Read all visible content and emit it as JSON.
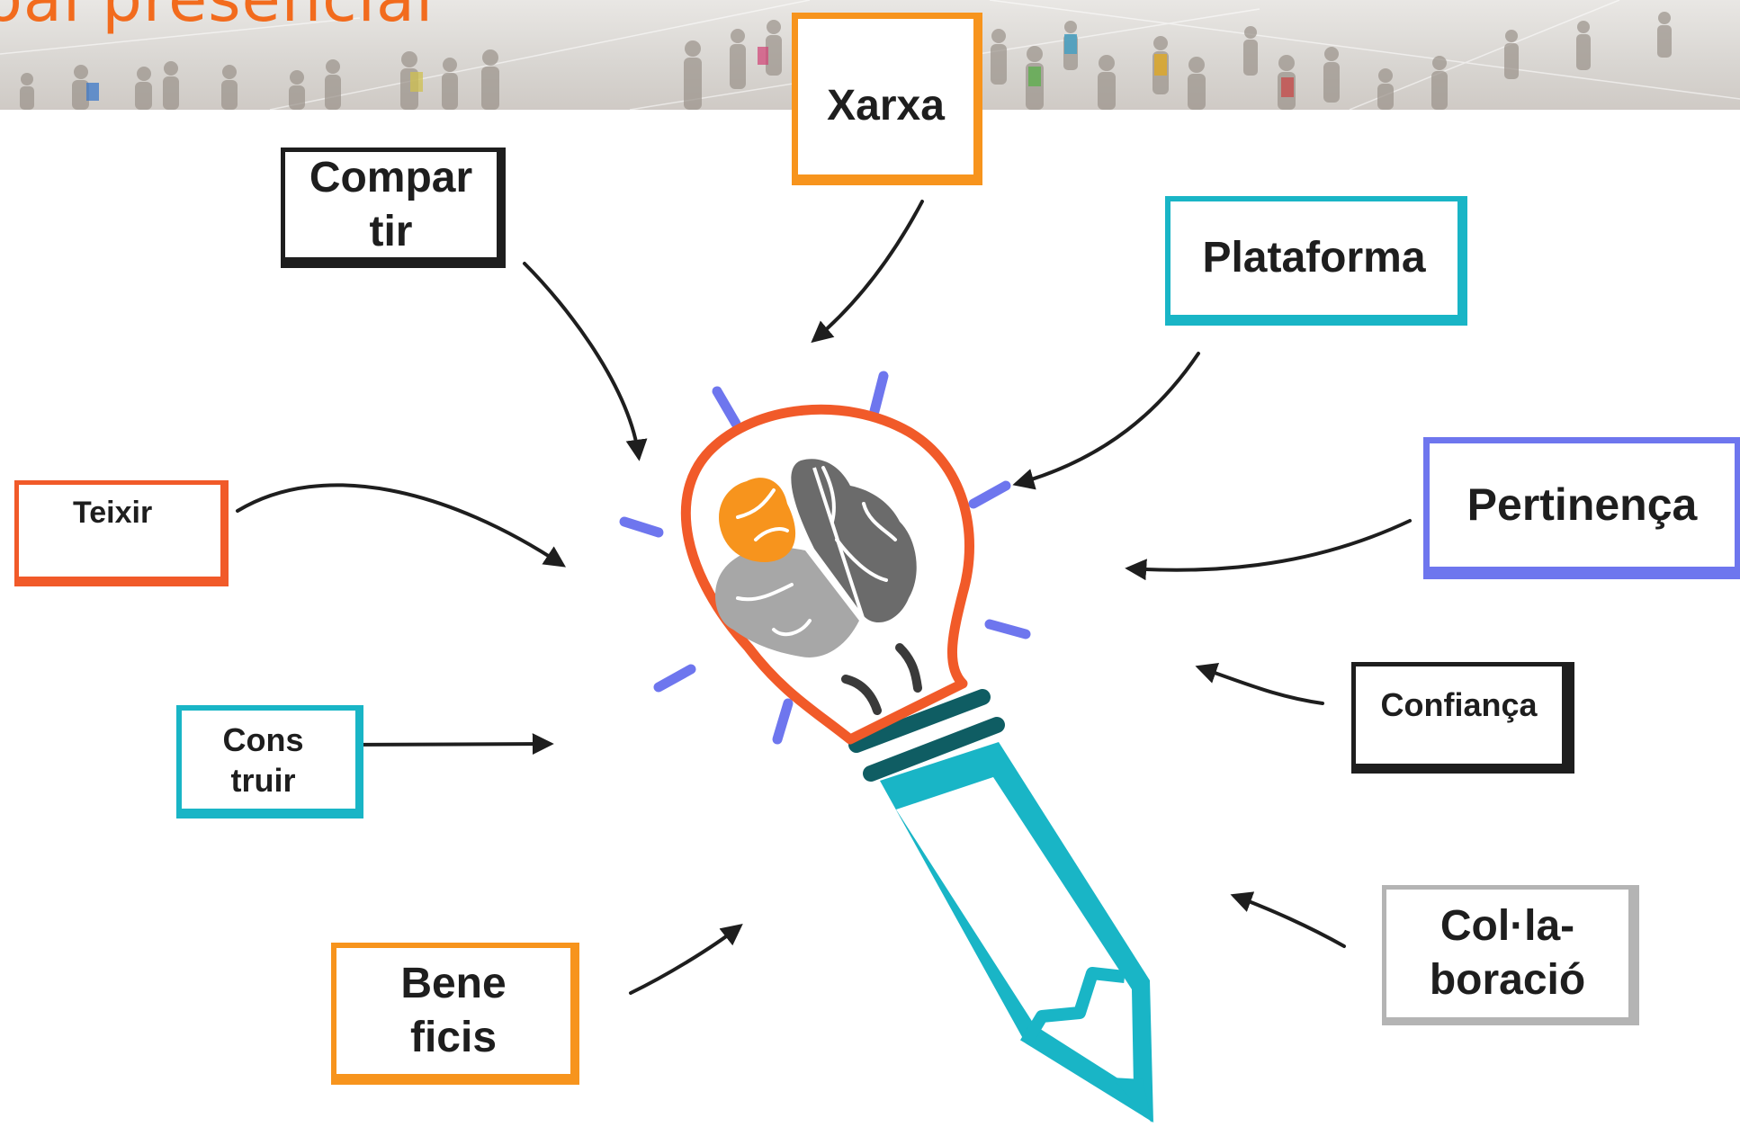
{
  "header": {
    "title": "oal presencial"
  },
  "concepts": {
    "xarxa": "Xarxa",
    "compartir": "Compar\ntir",
    "plataforma": "Plataforma",
    "teixir": "Teixir",
    "pertinenca": "Pertinença",
    "construir": "Cons\ntruir",
    "confianca": "Confiança",
    "collaboracio": "Col·la-\nboració",
    "beneficis": "Bene\nficis"
  },
  "colors": {
    "orange": "#f7941d",
    "orange_red": "#f15a29",
    "black": "#1e1e1e",
    "teal": "#19b5c6",
    "blue_violet": "#6e76ee",
    "gray": "#b4b4b4",
    "dark_teal": "#0f5d63",
    "title_orange": "#f26b1d"
  },
  "icons": {
    "central": "lightbulb-brain-pencil-icon",
    "arrows": "arrow-icon"
  }
}
